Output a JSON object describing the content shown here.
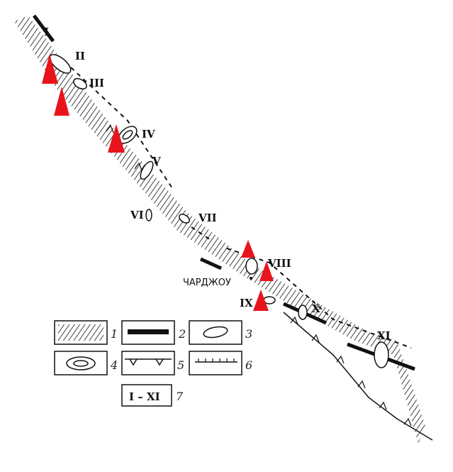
{
  "zone_labels": [
    "I",
    "II",
    "III",
    "IV",
    "V",
    "VI",
    "VII",
    "VIII",
    "IX",
    "X",
    "XI"
  ],
  "city": "ЧАРДЖОУ",
  "legend": [
    {
      "number": "1",
      "symbol": "hatched-zone"
    },
    {
      "number": "2",
      "symbol": "thick-bar"
    },
    {
      "number": "3",
      "symbol": "ellipse"
    },
    {
      "number": "4",
      "symbol": "concentric-ellipse"
    },
    {
      "number": "5",
      "symbol": "line-with-triangles"
    },
    {
      "number": "6",
      "symbol": "tick-line"
    },
    {
      "number": "7",
      "symbol": "roman-range",
      "text": "I – XI"
    }
  ],
  "colors": {
    "marker": "#e8141c",
    "ink": "#111111"
  }
}
